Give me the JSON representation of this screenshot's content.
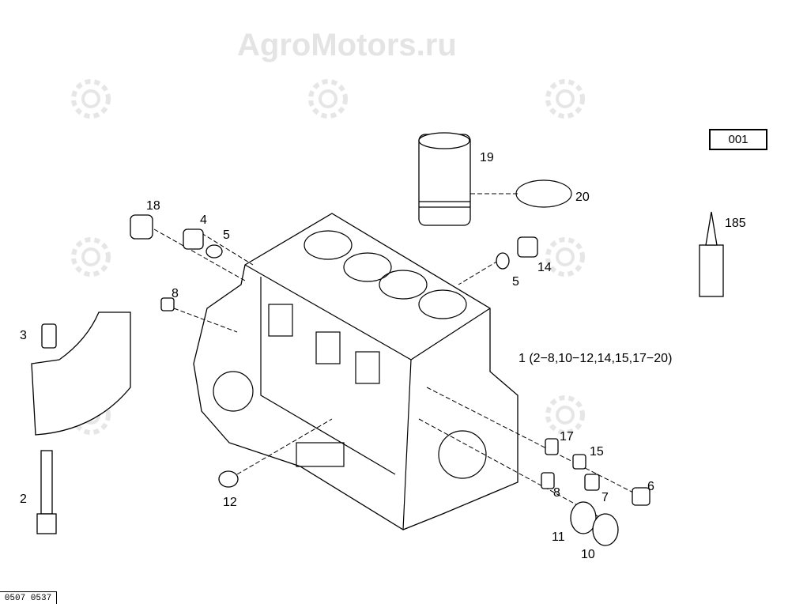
{
  "watermark": "AgroMotors.ru",
  "reference_box": "001",
  "page_code": "0507 0537",
  "assembly_note": "1 (2−8,10−12,14,15,17−20)",
  "callouts": {
    "c18": "18",
    "c4": "4",
    "c5a": "5",
    "c19": "19",
    "c20": "20",
    "c185": "185",
    "c14": "14",
    "c5b": "5",
    "c8a": "8",
    "c3": "3",
    "c2": "2",
    "c12": "12",
    "c17": "17",
    "c15": "15",
    "c8b": "8",
    "c7": "7",
    "c6": "6",
    "c11": "11",
    "c10": "10"
  }
}
